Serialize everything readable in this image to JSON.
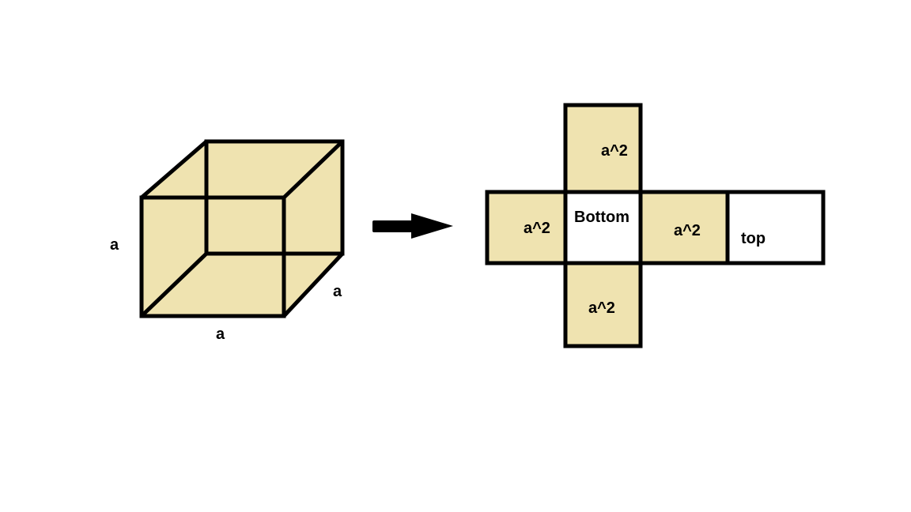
{
  "colors": {
    "face_fill": "#efe3b0",
    "stroke": "#000000",
    "background": "#ffffff"
  },
  "cube": {
    "labels": {
      "height": "a",
      "depth": "a",
      "width": "a"
    }
  },
  "arrow": {
    "icon": "right-arrow-icon"
  },
  "net": {
    "faces": {
      "upper": "a^2",
      "left": "a^2",
      "center": "Bottom",
      "right": "a^2",
      "far_right": "top",
      "lower": "a^2"
    }
  }
}
